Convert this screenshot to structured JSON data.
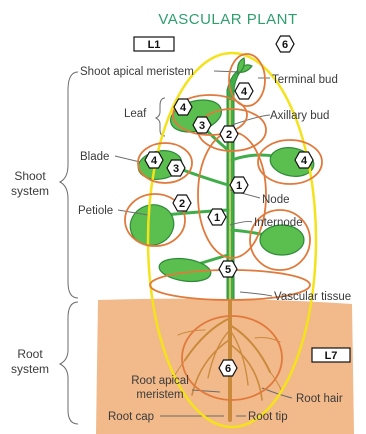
{
  "title": "VASCULAR PLANT",
  "labels": {
    "shoot_apical_meristem": "Shoot apical meristem",
    "terminal_bud": "Terminal bud",
    "leaf": "Leaf",
    "axillary_bud": "Axillary bud",
    "blade": "Blade",
    "node": "Node",
    "petiole": "Petiole",
    "internode": "Internode",
    "vascular_tissue": "Vascular tissue",
    "root_apical_meristem_1": "Root apical",
    "root_apical_meristem_2": "meristem",
    "root_hair": "Root hair",
    "root_cap": "Root cap",
    "root_tip": "Root tip",
    "shoot_system_1": "Shoot",
    "shoot_system_2": "system",
    "root_system_1": "Root",
    "root_system_2": "system"
  },
  "box_tags": {
    "l1": "L1",
    "l7": "L7"
  },
  "hex_markers": {
    "top_right": "6",
    "terminal_bud": "4",
    "leaf_upper_1": "4",
    "leaf_upper_2": "3",
    "stem_upper": "2",
    "right_leaf": "4",
    "blade_1": "4",
    "blade_2": "3",
    "node": "1",
    "petiole": "2",
    "internode": "1",
    "vascular": "5",
    "root": "6"
  },
  "colors": {
    "title": "#2f9e6e",
    "soil": "#f2b98a",
    "stem": "#3fae49",
    "leaf": "#5bbf4f",
    "root": "#c98a3c",
    "orange_outline": "#e07a3c",
    "yellow_outline": "#f4e31a"
  }
}
